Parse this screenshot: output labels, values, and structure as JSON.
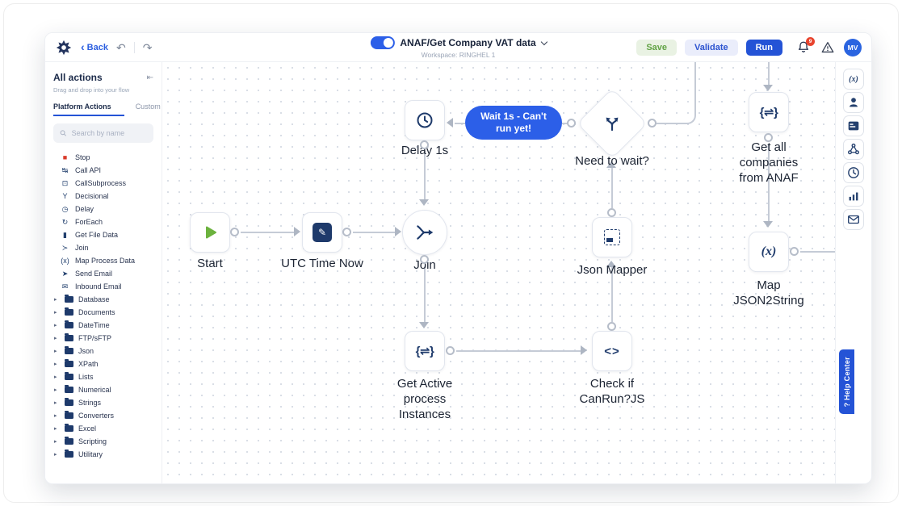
{
  "toolbar": {
    "back_label": "Back",
    "flow_title": "ANAF/Get Company VAT data",
    "workspace_label": "Workspace: RINGHEL 1",
    "save_label": "Save",
    "validate_label": "Validate",
    "run_label": "Run",
    "notification_count": "9",
    "avatar_initials": "MV"
  },
  "sidebar": {
    "title": "All actions",
    "subtitle": "Drag and drop into your flow",
    "tabs": [
      {
        "label": "Platform Actions",
        "active": true
      },
      {
        "label": "Custom Actions",
        "active": false
      }
    ],
    "search_placeholder": "Search by name",
    "actions": [
      {
        "label": "Stop",
        "icon": "stop-icon",
        "glyph": "■",
        "color": "#d93b2b"
      },
      {
        "label": "Call API",
        "icon": "call-api-icon",
        "glyph": "↹"
      },
      {
        "label": "CallSubprocess",
        "icon": "call-subprocess-icon",
        "glyph": "⊡"
      },
      {
        "label": "Decisional",
        "icon": "decisional-icon",
        "glyph": "Y"
      },
      {
        "label": "Delay",
        "icon": "delay-icon",
        "glyph": "◷"
      },
      {
        "label": "ForEach",
        "icon": "foreach-icon",
        "glyph": "↻"
      },
      {
        "label": "Get File Data",
        "icon": "file-icon",
        "glyph": "▮"
      },
      {
        "label": "Join",
        "icon": "join-icon",
        "glyph": "≻"
      },
      {
        "label": "Map Process Data",
        "icon": "map-data-icon",
        "glyph": "(x)"
      },
      {
        "label": "Send Email",
        "icon": "send-email-icon",
        "glyph": "➤"
      },
      {
        "label": "Inbound Email",
        "icon": "inbound-email-icon",
        "glyph": "✉"
      }
    ],
    "folders": [
      "Database",
      "Documents",
      "DateTime",
      "FTP/sFTP",
      "Json",
      "XPath",
      "Lists",
      "Numerical",
      "Strings",
      "Converters",
      "Excel",
      "Scripting",
      "Utilitary"
    ]
  },
  "canvas": {
    "tooltip": "Wait 1s - Can't run yet!",
    "nodes": {
      "delay": {
        "label": "Delay 1s"
      },
      "need_to_wait": {
        "label": "Need to wait?"
      },
      "get_all": {
        "label": "Get all companies from ANAF"
      },
      "start": {
        "label": "Start"
      },
      "utc": {
        "label": "UTC Time Now"
      },
      "join": {
        "label": "Join"
      },
      "json_mapper": {
        "label": "Json Mapper"
      },
      "map_json2string": {
        "label": "Map JSON2String"
      },
      "get_active": {
        "label": "Get Active process Instances"
      },
      "check": {
        "label": "Check if CanRun?JS"
      }
    }
  },
  "right_rail": {
    "icons": [
      "variables-icon",
      "user-icon",
      "board-icon",
      "network-icon",
      "history-icon",
      "analytics-icon",
      "email-icon"
    ],
    "help_center_label": "? Help Center"
  },
  "colors": {
    "accent_blue": "#2453d6",
    "tooltip_blue": "#2c5fe8",
    "save_green": "#61a344",
    "stop_red": "#d93b2b",
    "node_navy": "#1e3a6b",
    "start_green": "#6cb23e"
  }
}
